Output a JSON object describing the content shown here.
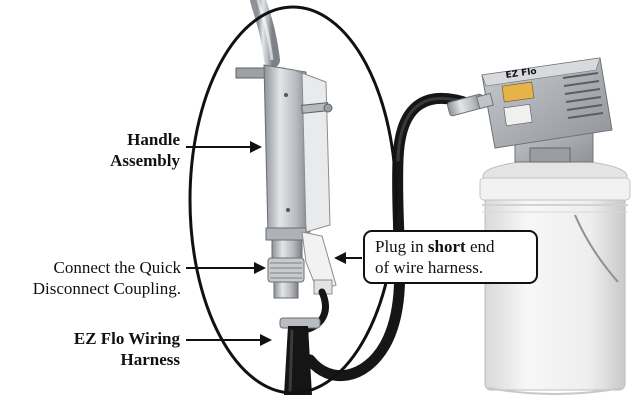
{
  "labels": {
    "handle_line1": "Handle",
    "handle_line2": "Assembly",
    "coupling_line1": "Connect the Quick",
    "coupling_line2": "Disconnect Coupling.",
    "harness_line1": "EZ Flo Wiring",
    "harness_line2": "Harness",
    "callout_part1": "Plug in ",
    "callout_bold": "short",
    "callout_part2": " end",
    "callout_line2": "of wire harness.",
    "pump_brand": "EZ Flo"
  },
  "colors": {
    "text": "#111111",
    "bucket": "#efefef",
    "steel": "#b9bcc0",
    "hose": "#161616"
  }
}
